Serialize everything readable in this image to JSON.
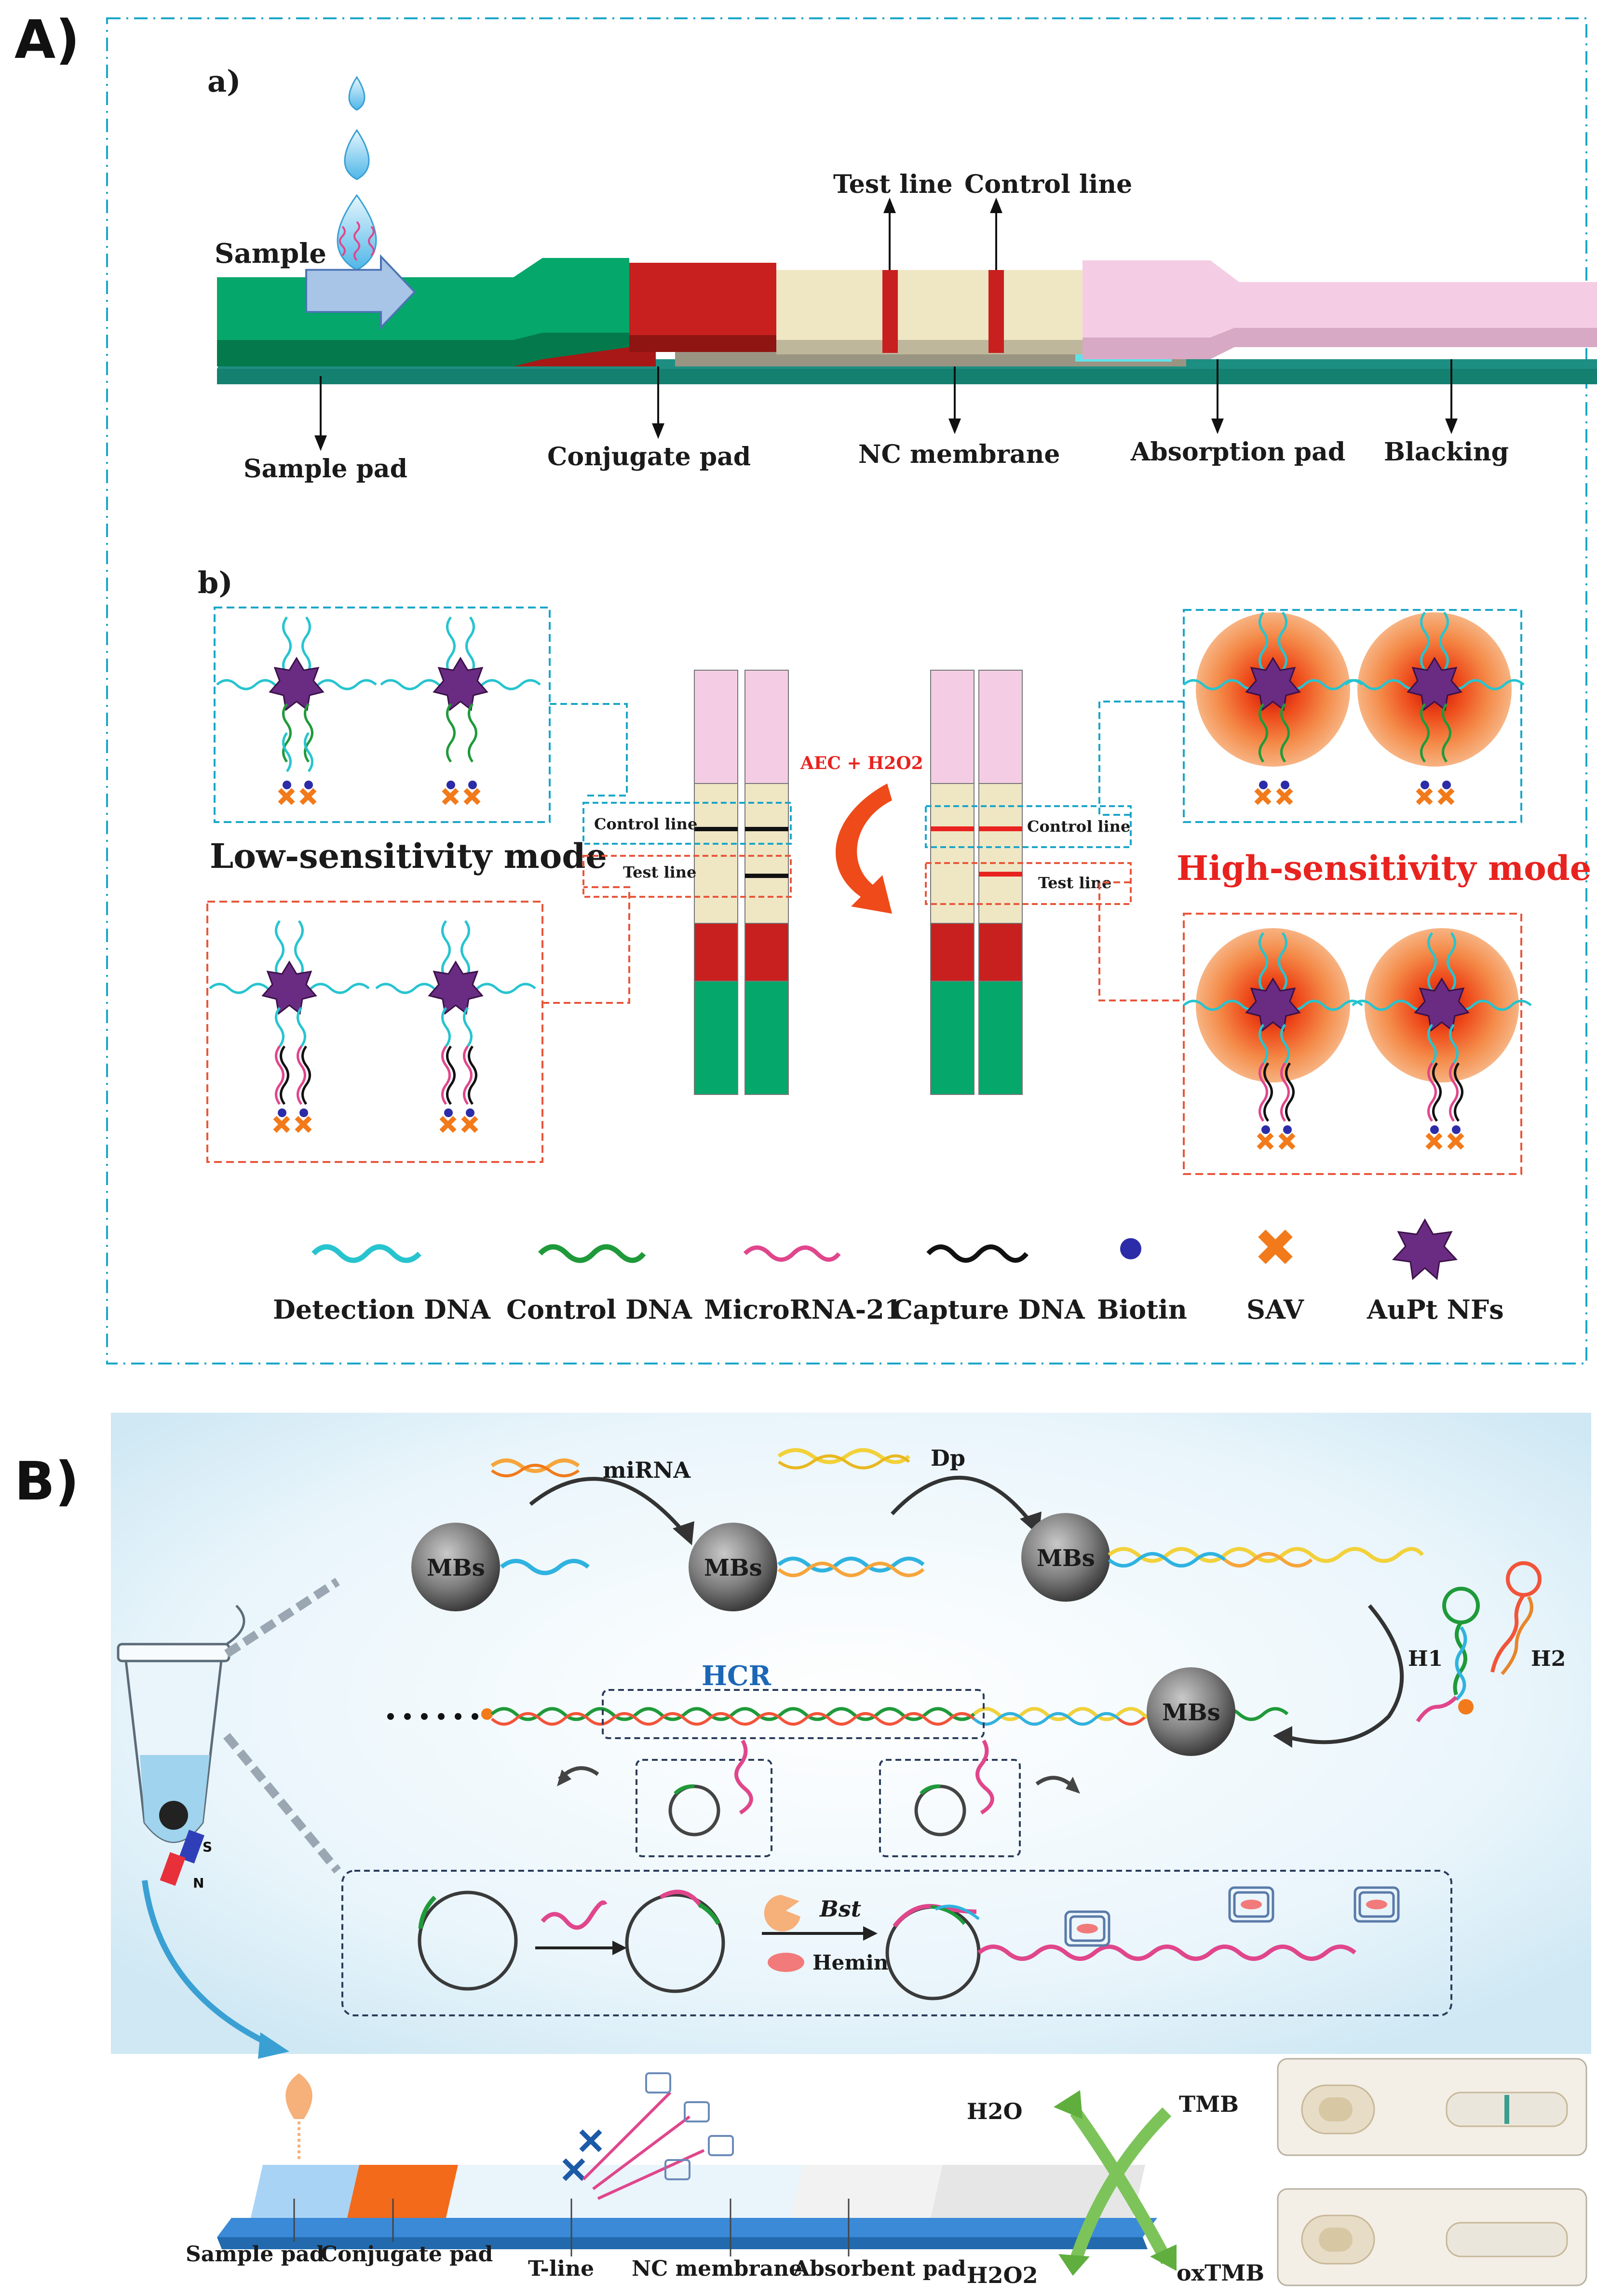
{
  "panelA": {
    "panel_label": "A)",
    "sub_a": "a)",
    "sub_b": "b)",
    "strip": {
      "sample": "Sample",
      "test_line": "Test  line",
      "control_line": "Control  line",
      "sample_pad": "Sample pad",
      "conjugate_pad": "Conjugate  pad",
      "nc_membrane": "NC  membrane",
      "absorption_pad": "Absorption  pad",
      "blacking": "Blacking"
    },
    "modes": {
      "low": "Low-sensitivity mode",
      "high": "High-sensitivity mode",
      "reagent": "AEC + H2O2",
      "control_line_left": "Control line",
      "test_line_left": "Test line",
      "control_line_right": "Control line",
      "test_line_right": "Test line"
    },
    "legend": [
      {
        "label": "Detection DNA",
        "color": "#27c4cf"
      },
      {
        "label": "Control DNA",
        "color": "#1f9a3a"
      },
      {
        "label": "MicroRNA-21",
        "color": "#e0468c"
      },
      {
        "label": "Capture DNA",
        "color": "#111111"
      },
      {
        "label": "Biotin",
        "color": "#2c2ca8"
      },
      {
        "label": "SAV",
        "color": "#f27a1a"
      },
      {
        "label": "AuPt NFs",
        "color": "#6a2c82"
      }
    ]
  },
  "panelB": {
    "panel_label": "B)",
    "mirna": "miRNA",
    "dp": "Dp",
    "mbs": "MBs",
    "hcr": "HCR",
    "h1": "H1",
    "h2": "H2",
    "bst": "Bst",
    "hemin": "Hemin",
    "strip": {
      "sample_pad": "Sample pad",
      "conjugate_pad": "Conjugate pad",
      "t_line": "T-line",
      "nc_membrane": "NC membrane",
      "absorbent_pad": "Absorbent pad"
    },
    "reaction": {
      "h2o": "H2O",
      "h2o2": "H2O2",
      "tmb": "TMB",
      "oxtmb": "oxTMB"
    },
    "tube": {
      "s": "S",
      "n": "N"
    }
  },
  "colors": {
    "green": "#06a76a",
    "red": "#c8201f",
    "cream": "#efe6c4",
    "pink": "#f4cde4",
    "teal_border": "#1aa6c8",
    "red_border": "#e8563a",
    "hcr_blue": "#1c67b5"
  }
}
